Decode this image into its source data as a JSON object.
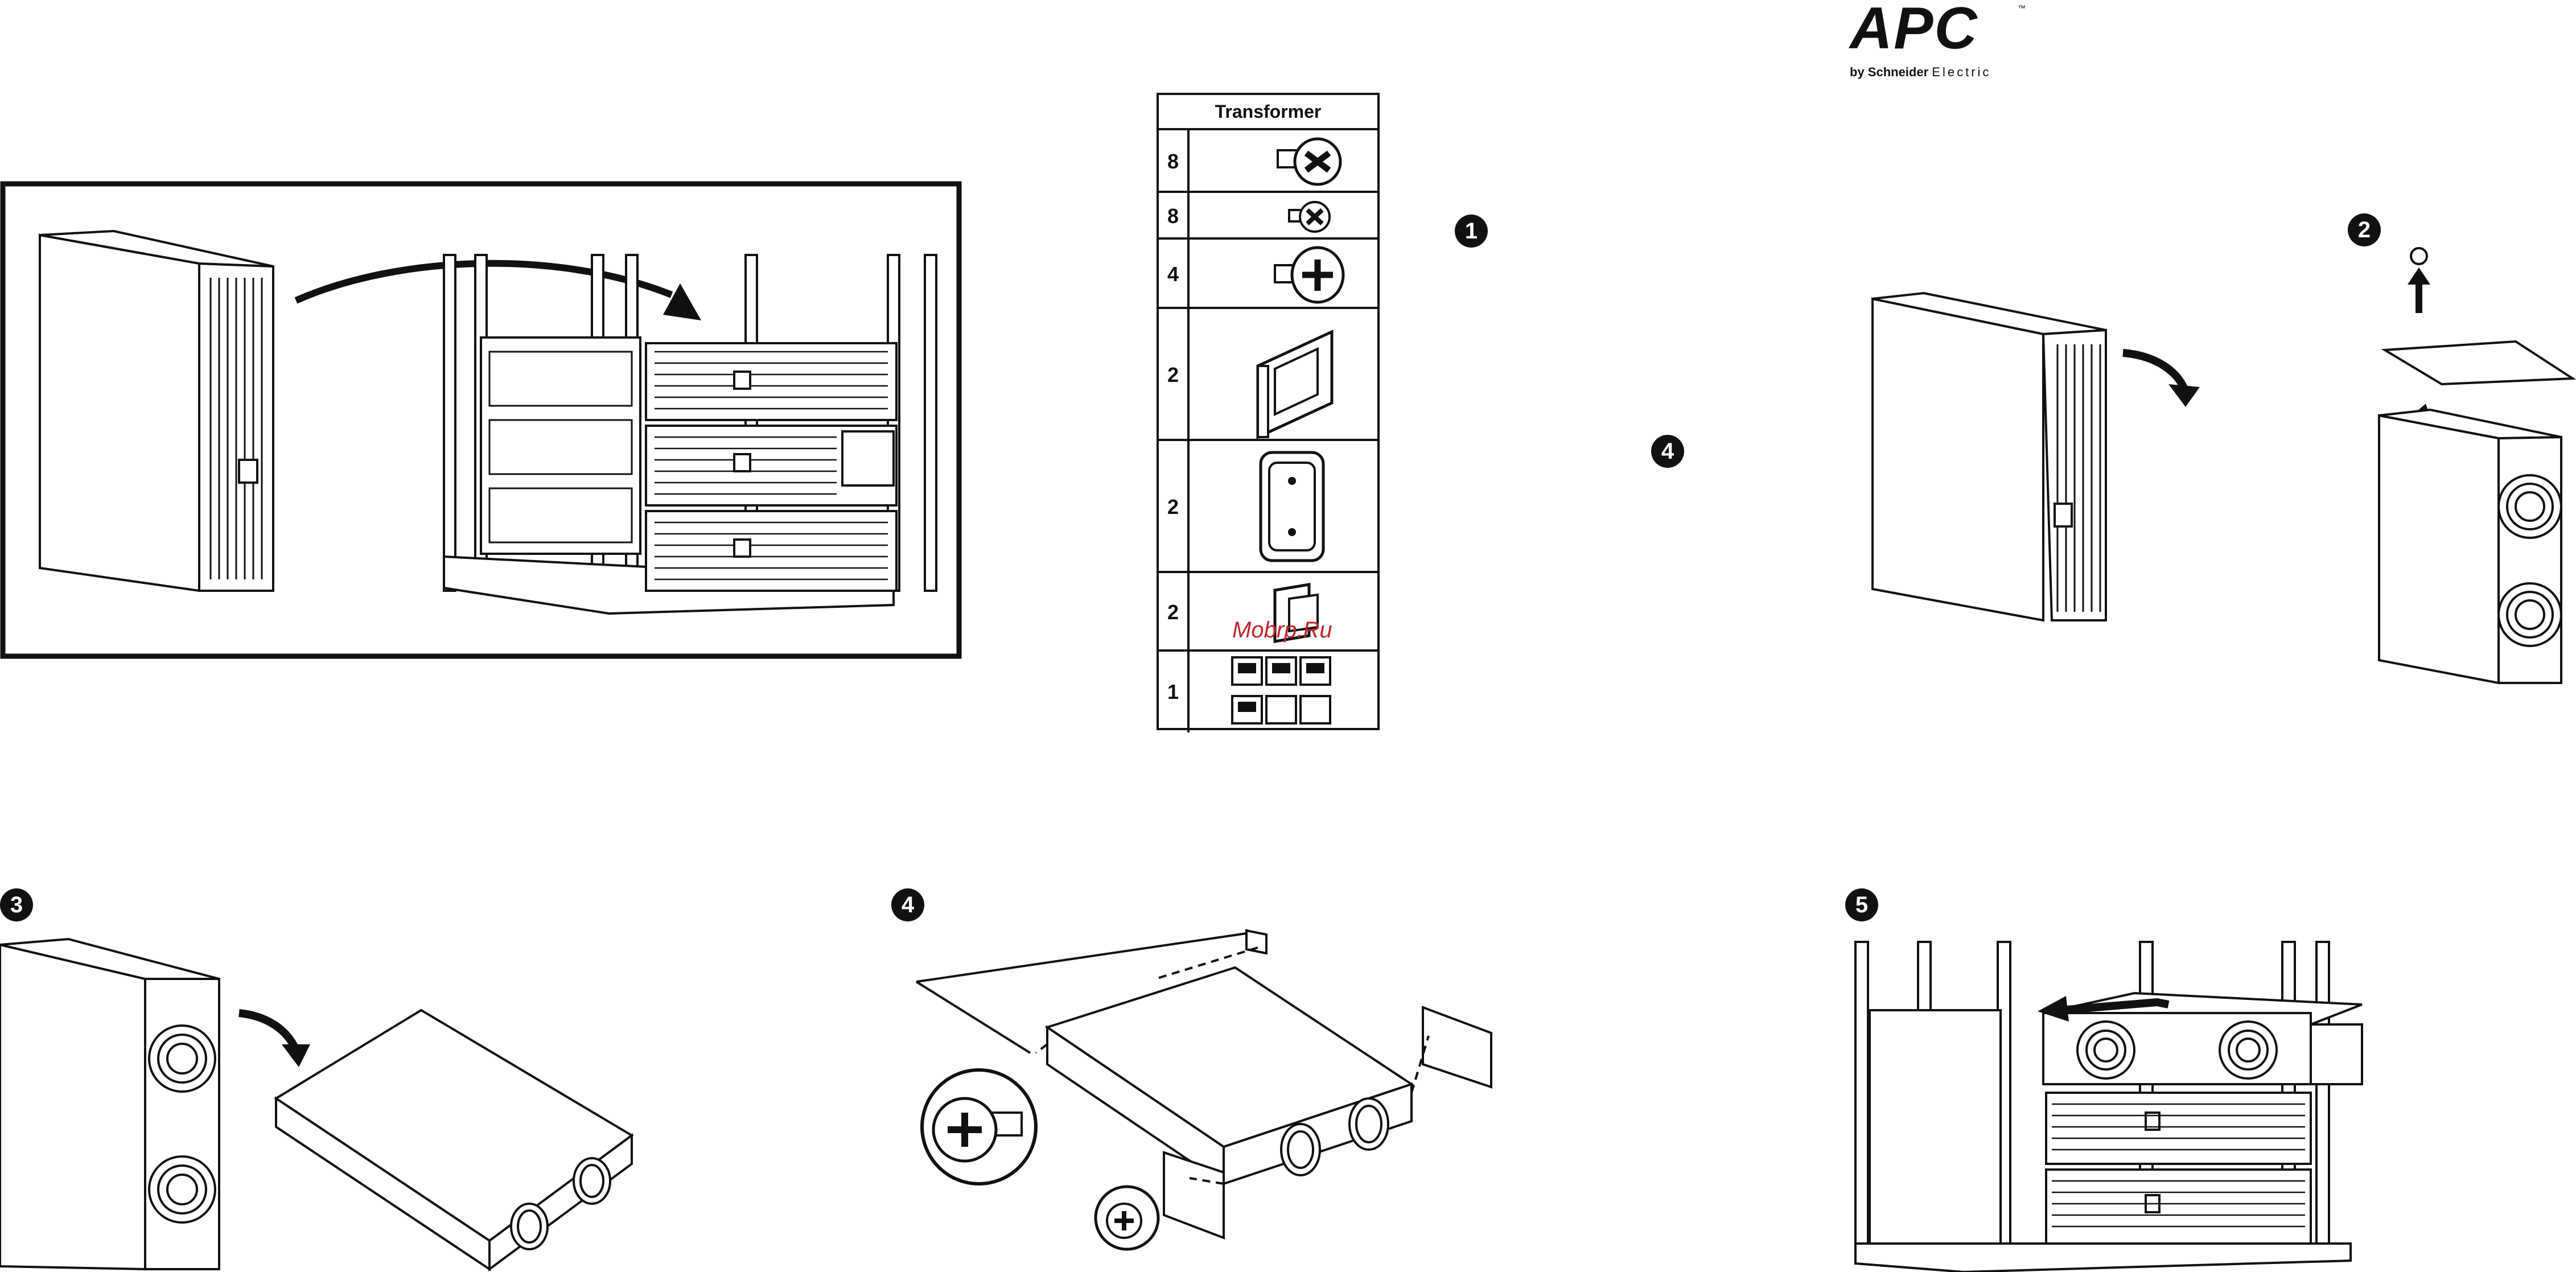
{
  "brand": {
    "name": "APC",
    "trademark": "™",
    "by": "by Schneider",
    "by_suffix": "Electric"
  },
  "table": {
    "header": "Transformer",
    "rows": [
      {
        "qty": "8",
        "item": "large-screw-icon"
      },
      {
        "qty": "8",
        "item": "small-screw-icon"
      },
      {
        "qty": "4",
        "item": "flat-screw-icon"
      },
      {
        "qty": "2",
        "item": "mounting-bracket-icon"
      },
      {
        "qty": "2",
        "item": "bracket-plate-icon"
      },
      {
        "qty": "2",
        "item": "clip-icon"
      },
      {
        "qty": "1",
        "item": "label-sheet-icon"
      }
    ]
  },
  "steps": {
    "s1": "1",
    "s2": "2",
    "s3": "3",
    "s4a": "4",
    "s4b": "4",
    "s5": "5"
  },
  "watermark": "Mobrp.Ru",
  "colors": {
    "ink": "#111111",
    "watermark": "#c0242a"
  }
}
